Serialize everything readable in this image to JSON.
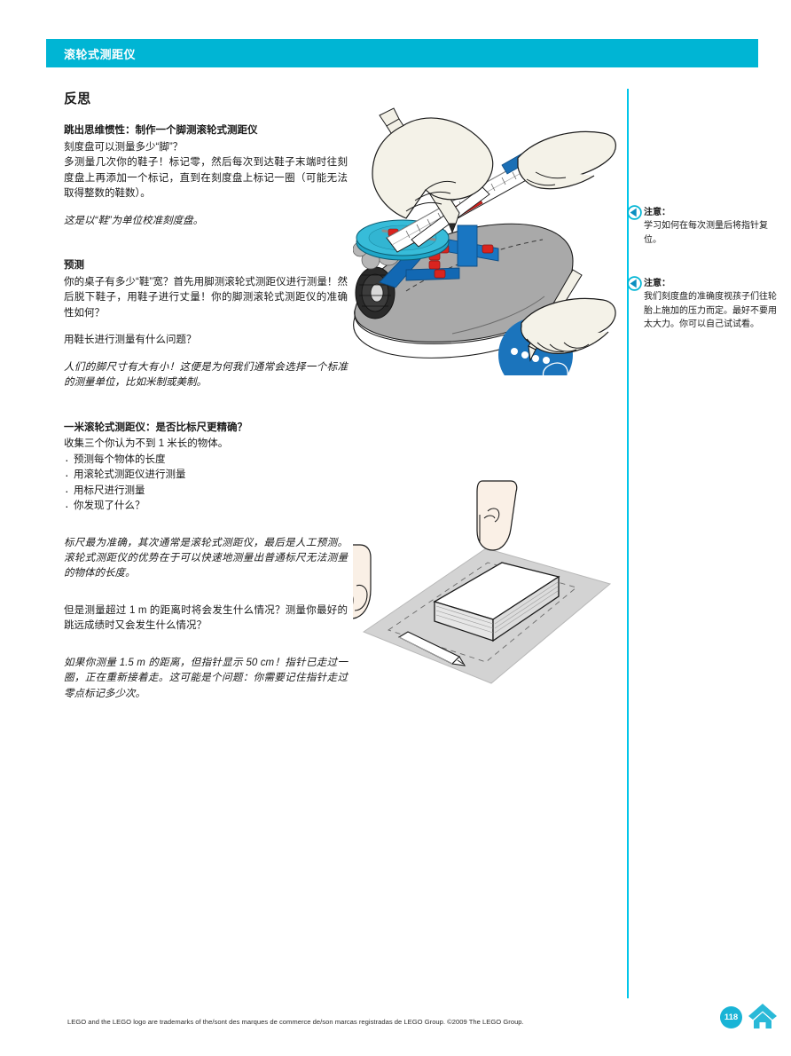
{
  "header": {
    "title": "滚轮式测距仪"
  },
  "main": {
    "section_title": "反思",
    "blocks": [
      {
        "heading": "跳出思维惯性：制作一个脚测滚轮式测距仪",
        "paragraphs": [
          "刻度盘可以测量多少“脚”？",
          "多测量几次你的鞋子！标记零，然后每次到达鞋子末端时往刻度盘上再添加一个标记，直到在刻度盘上标记一圈（可能无法取得整数的鞋数）。"
        ],
        "italic": "这是以“鞋”为单位校准刻度盘。"
      },
      {
        "heading": "预测",
        "paragraphs": [
          "你的桌子有多少“鞋”宽？首先用脚测滚轮式测距仪进行测量！然后脱下鞋子，用鞋子进行丈量！你的脚测滚轮式测距仪的准确性如何？",
          "用鞋长进行测量有什么问题？"
        ],
        "italic": "人们的脚尺寸有大有小！这便是为何我们通常会选择一个标准的测量单位，比如米制或美制。"
      },
      {
        "heading": "一米滚轮式测距仪：是否比标尺更精确？",
        "paragraphs": [
          "收集三个你认为不到 1 米长的物体。"
        ],
        "bullets": [
          "预测每个物体的长度",
          "用滚轮式测距仪进行测量",
          "用标尺进行测量",
          "你发现了什么？"
        ],
        "italic": "标尺最为准确，其次通常是滚轮式测距仪，最后是人工预测。滚轮式测距仪的优势在于可以快速地测量出普通标尺无法测量的物体的长度。",
        "paragraphs2": [
          "但是测量超过 1 m 的距离时将会发生什么情况？测量你最好的跳远成绩时又会发生什么情况？"
        ],
        "italic2": "如果你测量 1.5 m 的距离，但指针显示 50 cm！指针已走过一圈，正在重新接着走。这可能是个问题：你需要记住指针走过零点标记多少次。"
      }
    ]
  },
  "notes": [
    {
      "title": "注意：",
      "body": "学习如何在每次测量后将指针复位。"
    },
    {
      "title": "注意：",
      "body": "我们刻度盘的准确度视孩子们往轮胎上施加的压力而定。最好不要用太大力。你可以自己试试看。"
    }
  ],
  "footer": {
    "legal": "LEGO and the LEGO logo are trademarks of the/sont des marques de commerce de/son marcas registradas de LEGO Group. ©2009 The LEGO Group.",
    "page_number": "118"
  },
  "colors": {
    "header_bar": "#00b5d4",
    "accent_line": "#00c6ea",
    "badge": "#19b4d6",
    "home": "#29b9d8"
  },
  "illustrations": [
    {
      "name": "shoe-rolling-measurer",
      "caption_alt": "双手用铅笔在鞋上的滚轮式测距仪刻度盘上做标记"
    },
    {
      "name": "table-book-pencil",
      "caption_alt": "桌面上的书和铅笔，双手在上方指示测量"
    }
  ]
}
